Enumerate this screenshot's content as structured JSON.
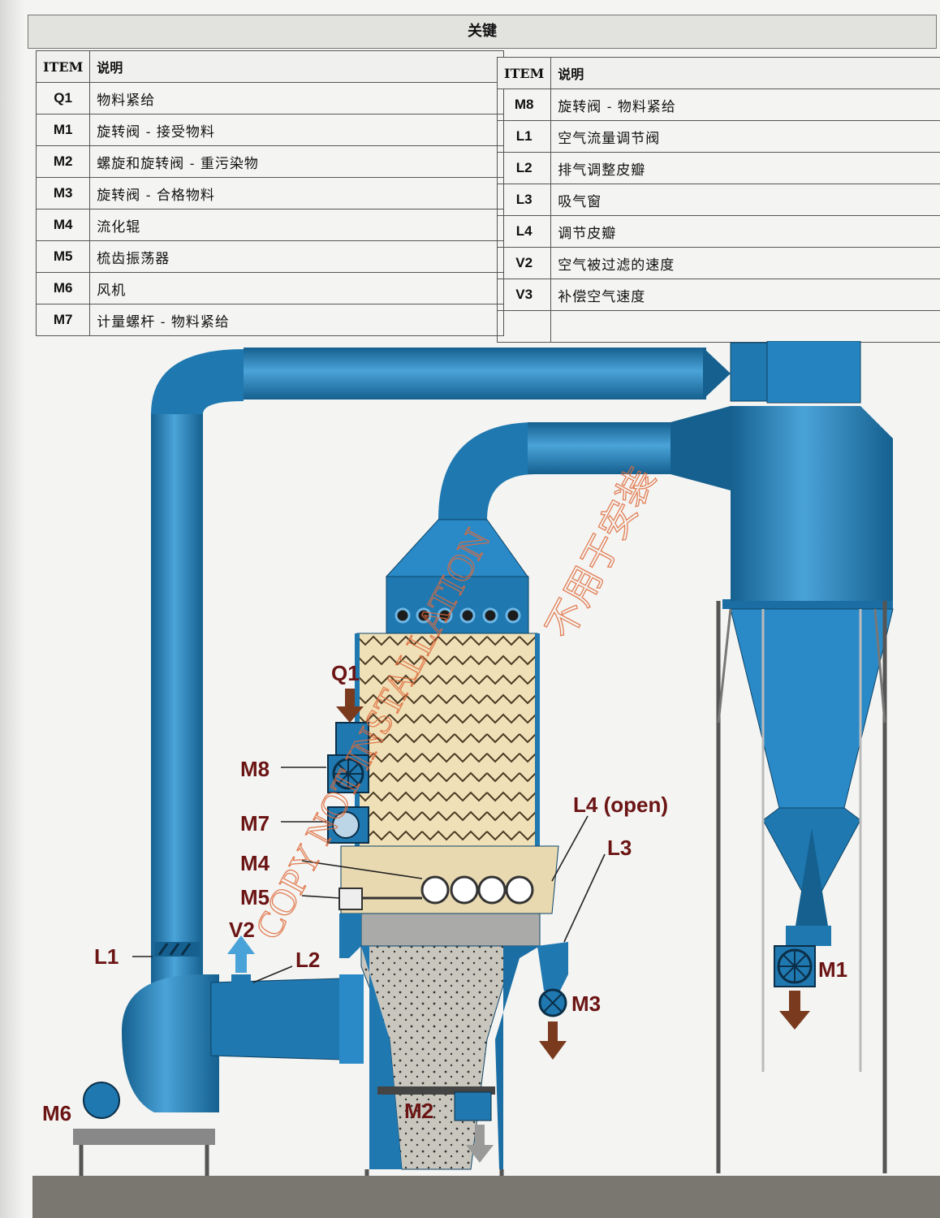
{
  "legend": {
    "title": "关键",
    "left": {
      "header": {
        "item": "ITEM",
        "desc": "说明"
      },
      "rows": [
        {
          "code": "Q1",
          "desc": "物料紧给"
        },
        {
          "code": "M1",
          "desc": "旋转阀 - 接受物料"
        },
        {
          "code": "M2",
          "desc": "螺旋和旋转阀 - 重污染物"
        },
        {
          "code": "M3",
          "desc": "旋转阀 - 合格物料"
        },
        {
          "code": "M4",
          "desc": "流化辊"
        },
        {
          "code": "M5",
          "desc": "梳齿振荡器"
        },
        {
          "code": "M6",
          "desc": "风机"
        },
        {
          "code": "M7",
          "desc": "计量螺杆 - 物料紧给"
        }
      ]
    },
    "right": {
      "header": {
        "item": "ITEM",
        "desc": "说明"
      },
      "rows": [
        {
          "code": "M8",
          "desc": "旋转阀 - 物料紧给"
        },
        {
          "code": "L1",
          "desc": "空气流量调节阀"
        },
        {
          "code": "L2",
          "desc": "排气调整皮瓣"
        },
        {
          "code": "L3",
          "desc": "吸气窗"
        },
        {
          "code": "L4",
          "desc": "调节皮瓣"
        },
        {
          "code": "V2",
          "desc": "空气被过滤的速度"
        },
        {
          "code": "V3",
          "desc": "补偿空气速度"
        },
        {
          "code": "",
          "desc": ""
        }
      ]
    }
  },
  "diagram": {
    "labels": {
      "q1": "Q1",
      "m8": "M8",
      "m7": "M7",
      "m4": "M4",
      "m5": "M5",
      "l4": "L4 (open)",
      "l3": "L3",
      "v2": "V2",
      "l1": "L1",
      "l2": "L2",
      "m3": "M3",
      "m1": "M1",
      "m6": "M6",
      "m2": "M2"
    },
    "watermark": {
      "latin": "COPY NOT INSTALLATION",
      "chinese": "不用于安装"
    }
  },
  "colors": {
    "duct": "#1f78b0",
    "duct_light": "#4aa3d8",
    "label": "#6b1414",
    "arrow": "#7a3a1e",
    "filter": "#efe0b8",
    "dust": "#c9c6bd",
    "watermark": "#e06a3a"
  }
}
